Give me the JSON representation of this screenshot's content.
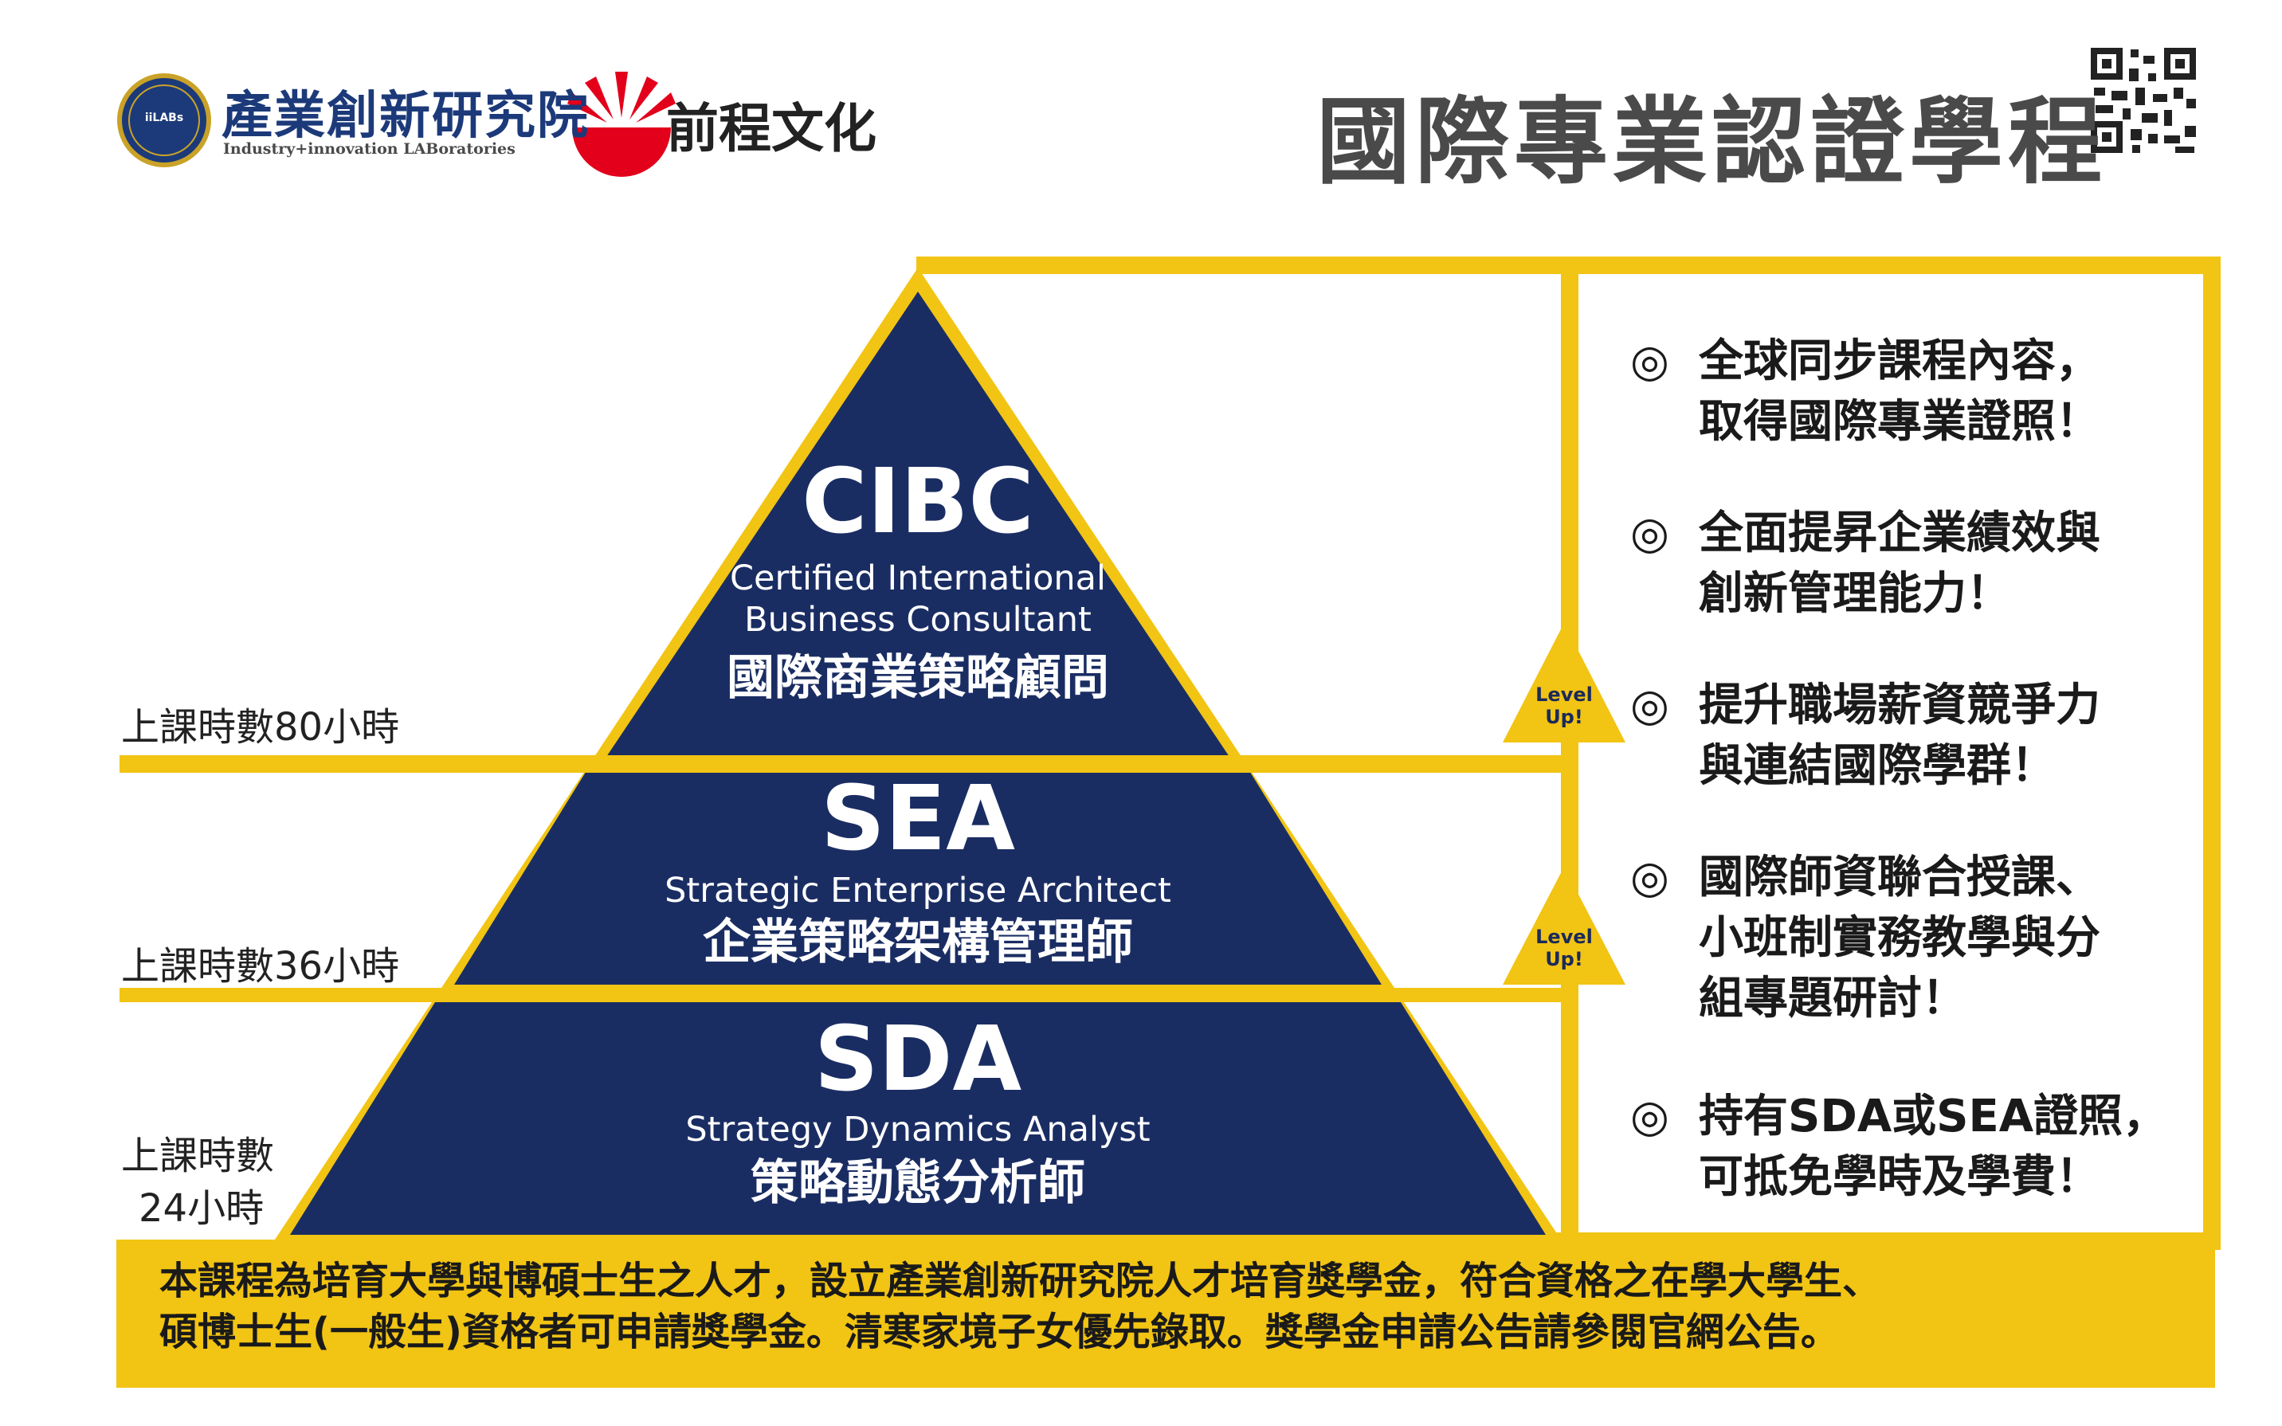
{
  "header": {
    "org_name_zh": "產業創新研究院",
    "org_name_en": "Industry+innovation LABoratories",
    "org_logo_text": "iiLABs",
    "partner_name": "前程文化",
    "title": "國際專業認證學程"
  },
  "colors": {
    "navy": "#1a2d63",
    "gold": "#f2c413",
    "text": "#1a1a1a"
  },
  "tiers": [
    {
      "code": "CIBC",
      "name_en_line1": "Certified International",
      "name_en_line2": "Business Consultant",
      "name_zh": "國際商業策略顧問",
      "hours": "上課時數80小時"
    },
    {
      "code": "SEA",
      "name_en": "Strategic Enterprise Architect",
      "name_zh": "企業策略架構管理師",
      "hours": "上課時數36小時"
    },
    {
      "code": "SDA",
      "name_en": "Strategy Dynamics Analyst",
      "name_zh": "策略動態分析師",
      "hours_line1": "上課時數",
      "hours_line2": "24小時"
    }
  ],
  "level_up": {
    "line1": "Level",
    "line2": "Up!"
  },
  "benefits": [
    {
      "mark": "◎",
      "line1": "全球同步課程內容，",
      "line2": "取得國際專業證照！"
    },
    {
      "mark": "◎",
      "line1": "全面提昇企業績效與",
      "line2": "創新管理能力！"
    },
    {
      "mark": "◎",
      "line1": "提升職場薪資競爭力",
      "line2": "與連結國際學群！"
    },
    {
      "mark": "◎",
      "line1": "國際師資聯合授課、",
      "line2": "小班制實務教學與分",
      "line3": "組專題研討！"
    },
    {
      "mark": "◎",
      "line1": "持有SDA或SEA證照，",
      "line2": "可抵免學時及學費！"
    }
  ],
  "footer": {
    "line1": "本課程為培育大學與博碩士生之人才，設立產業創新研究院人才培育獎學金，符合資格之在學大學生、",
    "line2": "碩博士生(一般生)資格者可申請獎學金。清寒家境子女優先錄取。獎學金申請公告請參閱官網公告。"
  }
}
